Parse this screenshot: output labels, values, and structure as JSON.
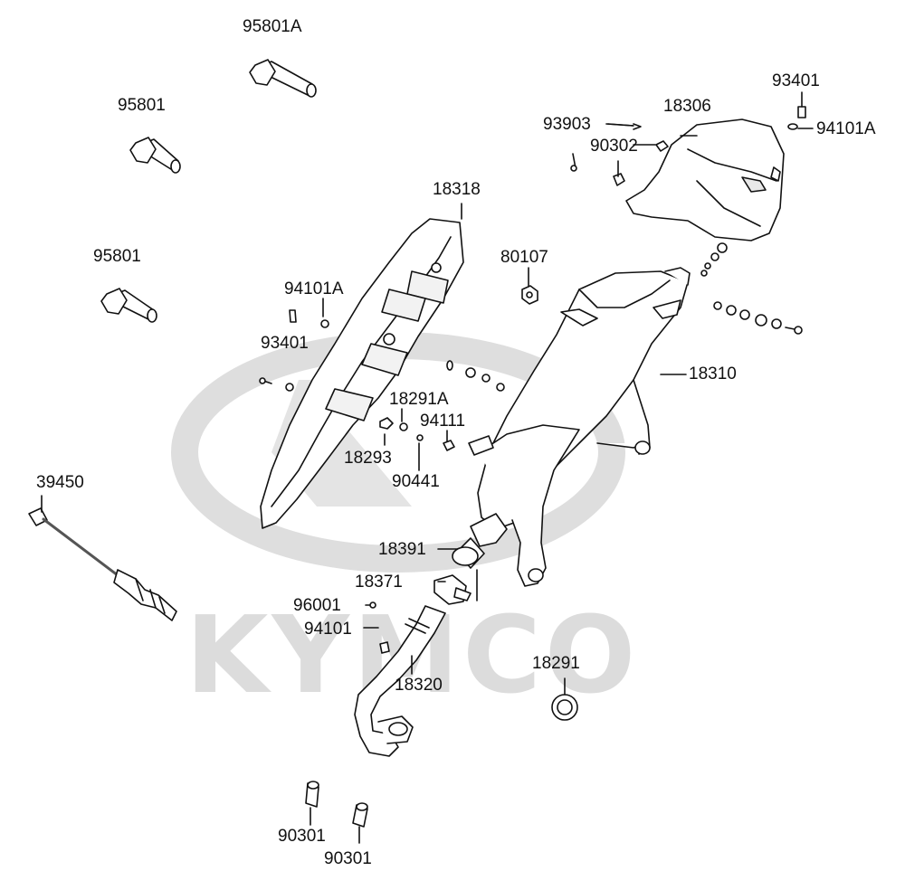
{
  "brand": {
    "watermark": "KYMCO",
    "watermark_color": "#dcdcdc"
  },
  "colors": {
    "line": "#111111",
    "part_fill": "#ffffff",
    "shade": "#e8e8e8"
  },
  "parts": {
    "p95801A": "95801A",
    "p95801_top": "95801",
    "p95801_mid": "95801",
    "p18318": "18318",
    "p94101A_left": "94101A",
    "p93401_left": "93401",
    "p80107": "80107",
    "p93903": "93903",
    "p18306": "18306",
    "p93401_right": "93401",
    "p94101A_right": "94101A",
    "p90302": "90302",
    "p18310": "18310",
    "p18291A": "18291A",
    "p94111": "94111",
    "p18293": "18293",
    "p90441": "90441",
    "p39450": "39450",
    "p18391": "18391",
    "p18371": "18371",
    "p96001": "96001",
    "p94101": "94101",
    "p18320": "18320",
    "p18291": "18291",
    "p90301_left": "90301",
    "p90301_right": "90301"
  }
}
